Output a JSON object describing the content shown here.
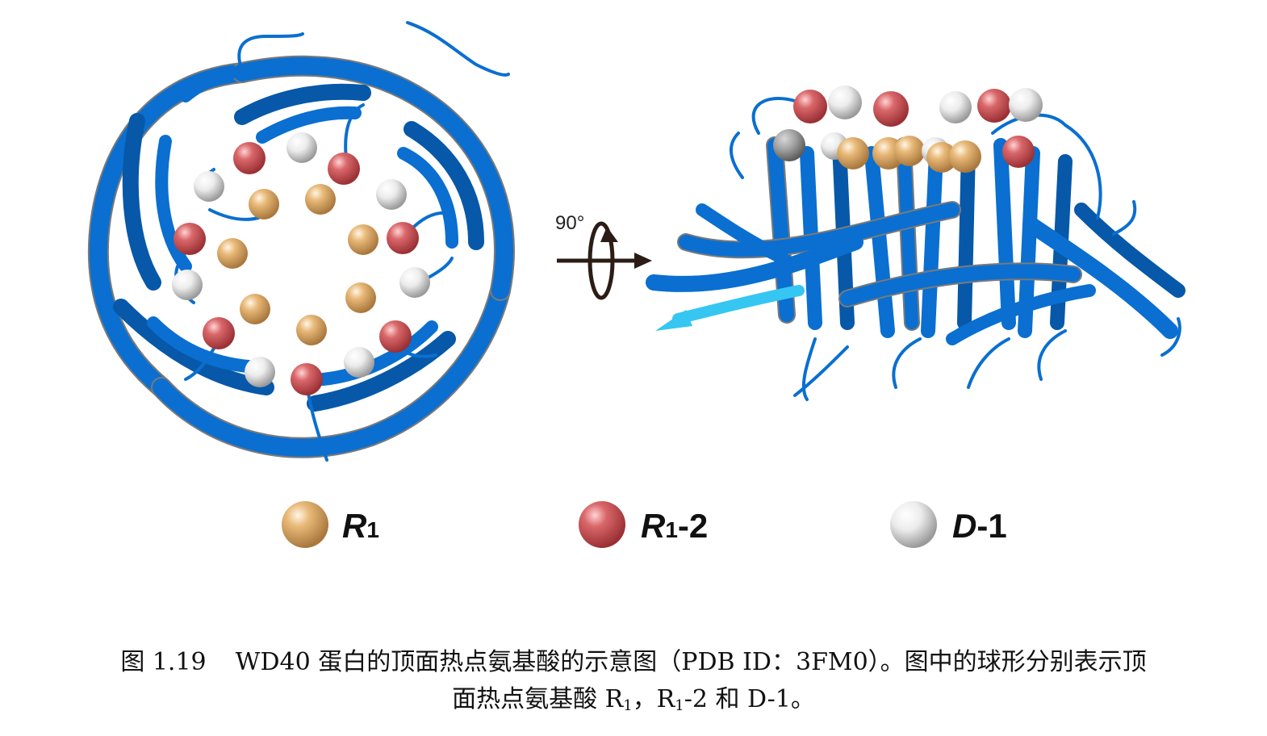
{
  "figure": {
    "rotation_label": "90°",
    "legend": [
      {
        "main": "R",
        "sub": "1",
        "suffix": "",
        "color": "#e8b978"
      },
      {
        "main": "R",
        "sub": "1",
        "suffix": "-2",
        "color": "#d9676a"
      },
      {
        "main": "D",
        "sub": "",
        "suffix": "-1",
        "color": "#e8e8e8"
      }
    ],
    "colors": {
      "ribbon": "#0a6fd0",
      "ribbon_dark": "#0758a8",
      "ribbon_edge": "#7a7a7a",
      "ribbon_light": "#36c6f2",
      "arrow": "#2b1d16"
    },
    "icons": [
      "rotation-arrow-icon",
      "sphere-icon"
    ]
  },
  "caption": {
    "number": "图 1.19",
    "line1_text": "WD40 蛋白的顶面热点氨基酸的示意图（PDB ID：3FM0）。图中的球形分别表示顶",
    "line2_prefix": "面热点氨基酸 R",
    "line2_sub1": "1",
    "line2_mid": "，R",
    "line2_sub2": "1",
    "line2_suffix": "-2 和 D-1。"
  }
}
